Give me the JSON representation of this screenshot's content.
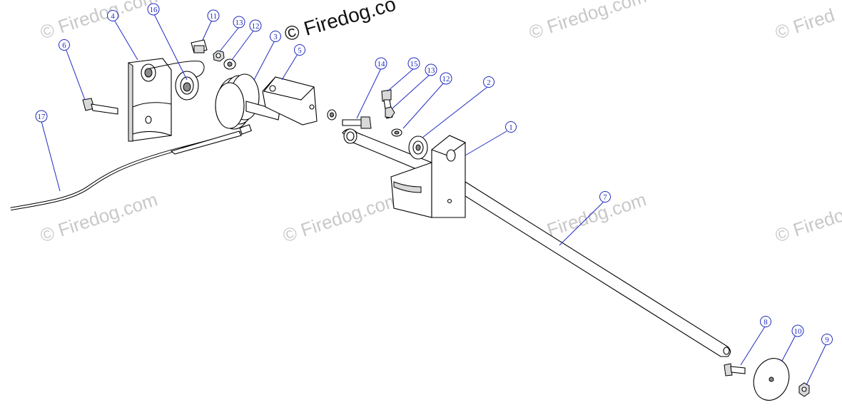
{
  "watermarks": {
    "main": "© Firedog.co",
    "faint": "© Firedog.com",
    "faint_clipped": "© Firedo",
    "faint_clipped_2": "© Fired"
  },
  "callouts": [
    {
      "id": "c1",
      "label": "1"
    },
    {
      "id": "c2",
      "label": "2"
    },
    {
      "id": "c3",
      "label": "3"
    },
    {
      "id": "c4",
      "label": "4"
    },
    {
      "id": "c5",
      "label": "5"
    },
    {
      "id": "c6",
      "label": "6"
    },
    {
      "id": "c7",
      "label": "7"
    },
    {
      "id": "c8",
      "label": "8"
    },
    {
      "id": "c9",
      "label": "9"
    },
    {
      "id": "c10",
      "label": "10"
    },
    {
      "id": "c11",
      "label": "11"
    },
    {
      "id": "c12a",
      "label": "12"
    },
    {
      "id": "c12b",
      "label": "12"
    },
    {
      "id": "c13a",
      "label": "13"
    },
    {
      "id": "c13b",
      "label": "13"
    },
    {
      "id": "c14",
      "label": "14"
    },
    {
      "id": "c15",
      "label": "15"
    },
    {
      "id": "c16",
      "label": "16"
    },
    {
      "id": "c17",
      "label": "17"
    }
  ],
  "colors": {
    "callout": "#1f2bbf",
    "watermark": "#c8c8c8",
    "line": "#000000"
  }
}
